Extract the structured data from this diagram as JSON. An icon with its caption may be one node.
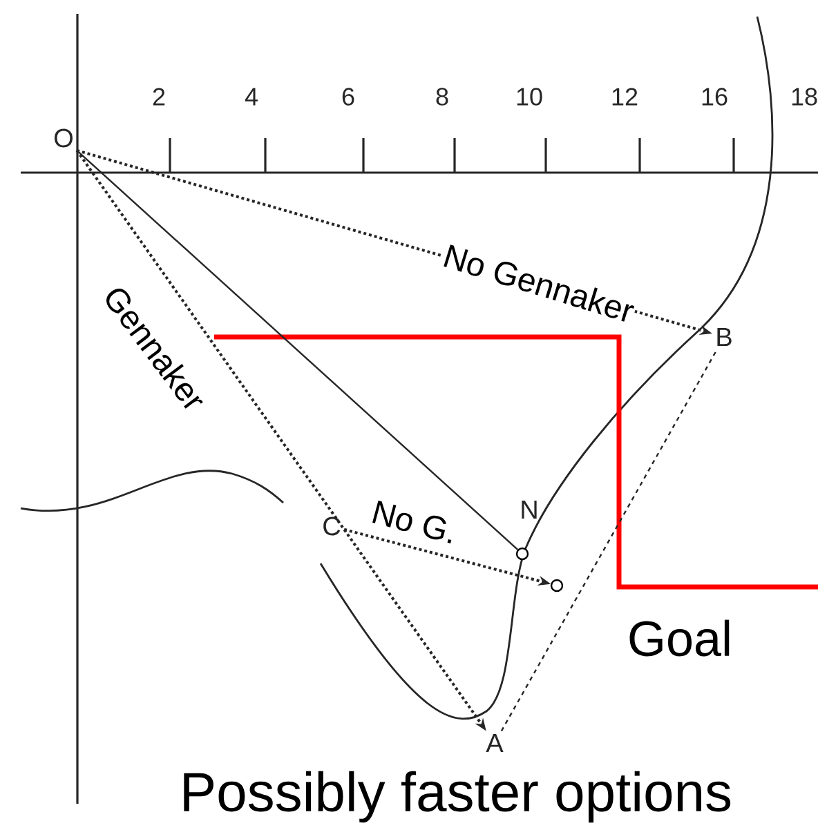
{
  "diagram": {
    "nodes": [
      {
        "text": [
          "O"
        ]
      },
      {
        "text": [
          "B"
        ]
      },
      {
        "text": [],
        "shape": "circle",
        "beside": [
          "N"
        ]
      },
      {
        "text": [
          "C"
        ]
      },
      {
        "text": [],
        "shape": "circle"
      },
      {
        "text": [
          "A"
        ]
      }
    ],
    "edges": [
      {
        "from": 0,
        "to": 1,
        "arrow": "to",
        "style": "dashed",
        "label": "No Gennaker"
      },
      {
        "from": 0,
        "to": 5,
        "arrow": "to",
        "style": "dashed",
        "label": "Gennaker"
      },
      {
        "from": 0,
        "to": 2,
        "arrow": "none"
      },
      {
        "from": 3,
        "to": 4,
        "arrow": "to",
        "style": "dashed",
        "label": "No G."
      },
      {
        "from": 5,
        "to": 1,
        "arrow": "none",
        "style": "dashed"
      }
    ],
    "labels": [
      "2",
      "4",
      "6",
      "8",
      "10",
      "12",
      "16",
      "18",
      "Goal",
      "Possibly faster options"
    ]
  }
}
